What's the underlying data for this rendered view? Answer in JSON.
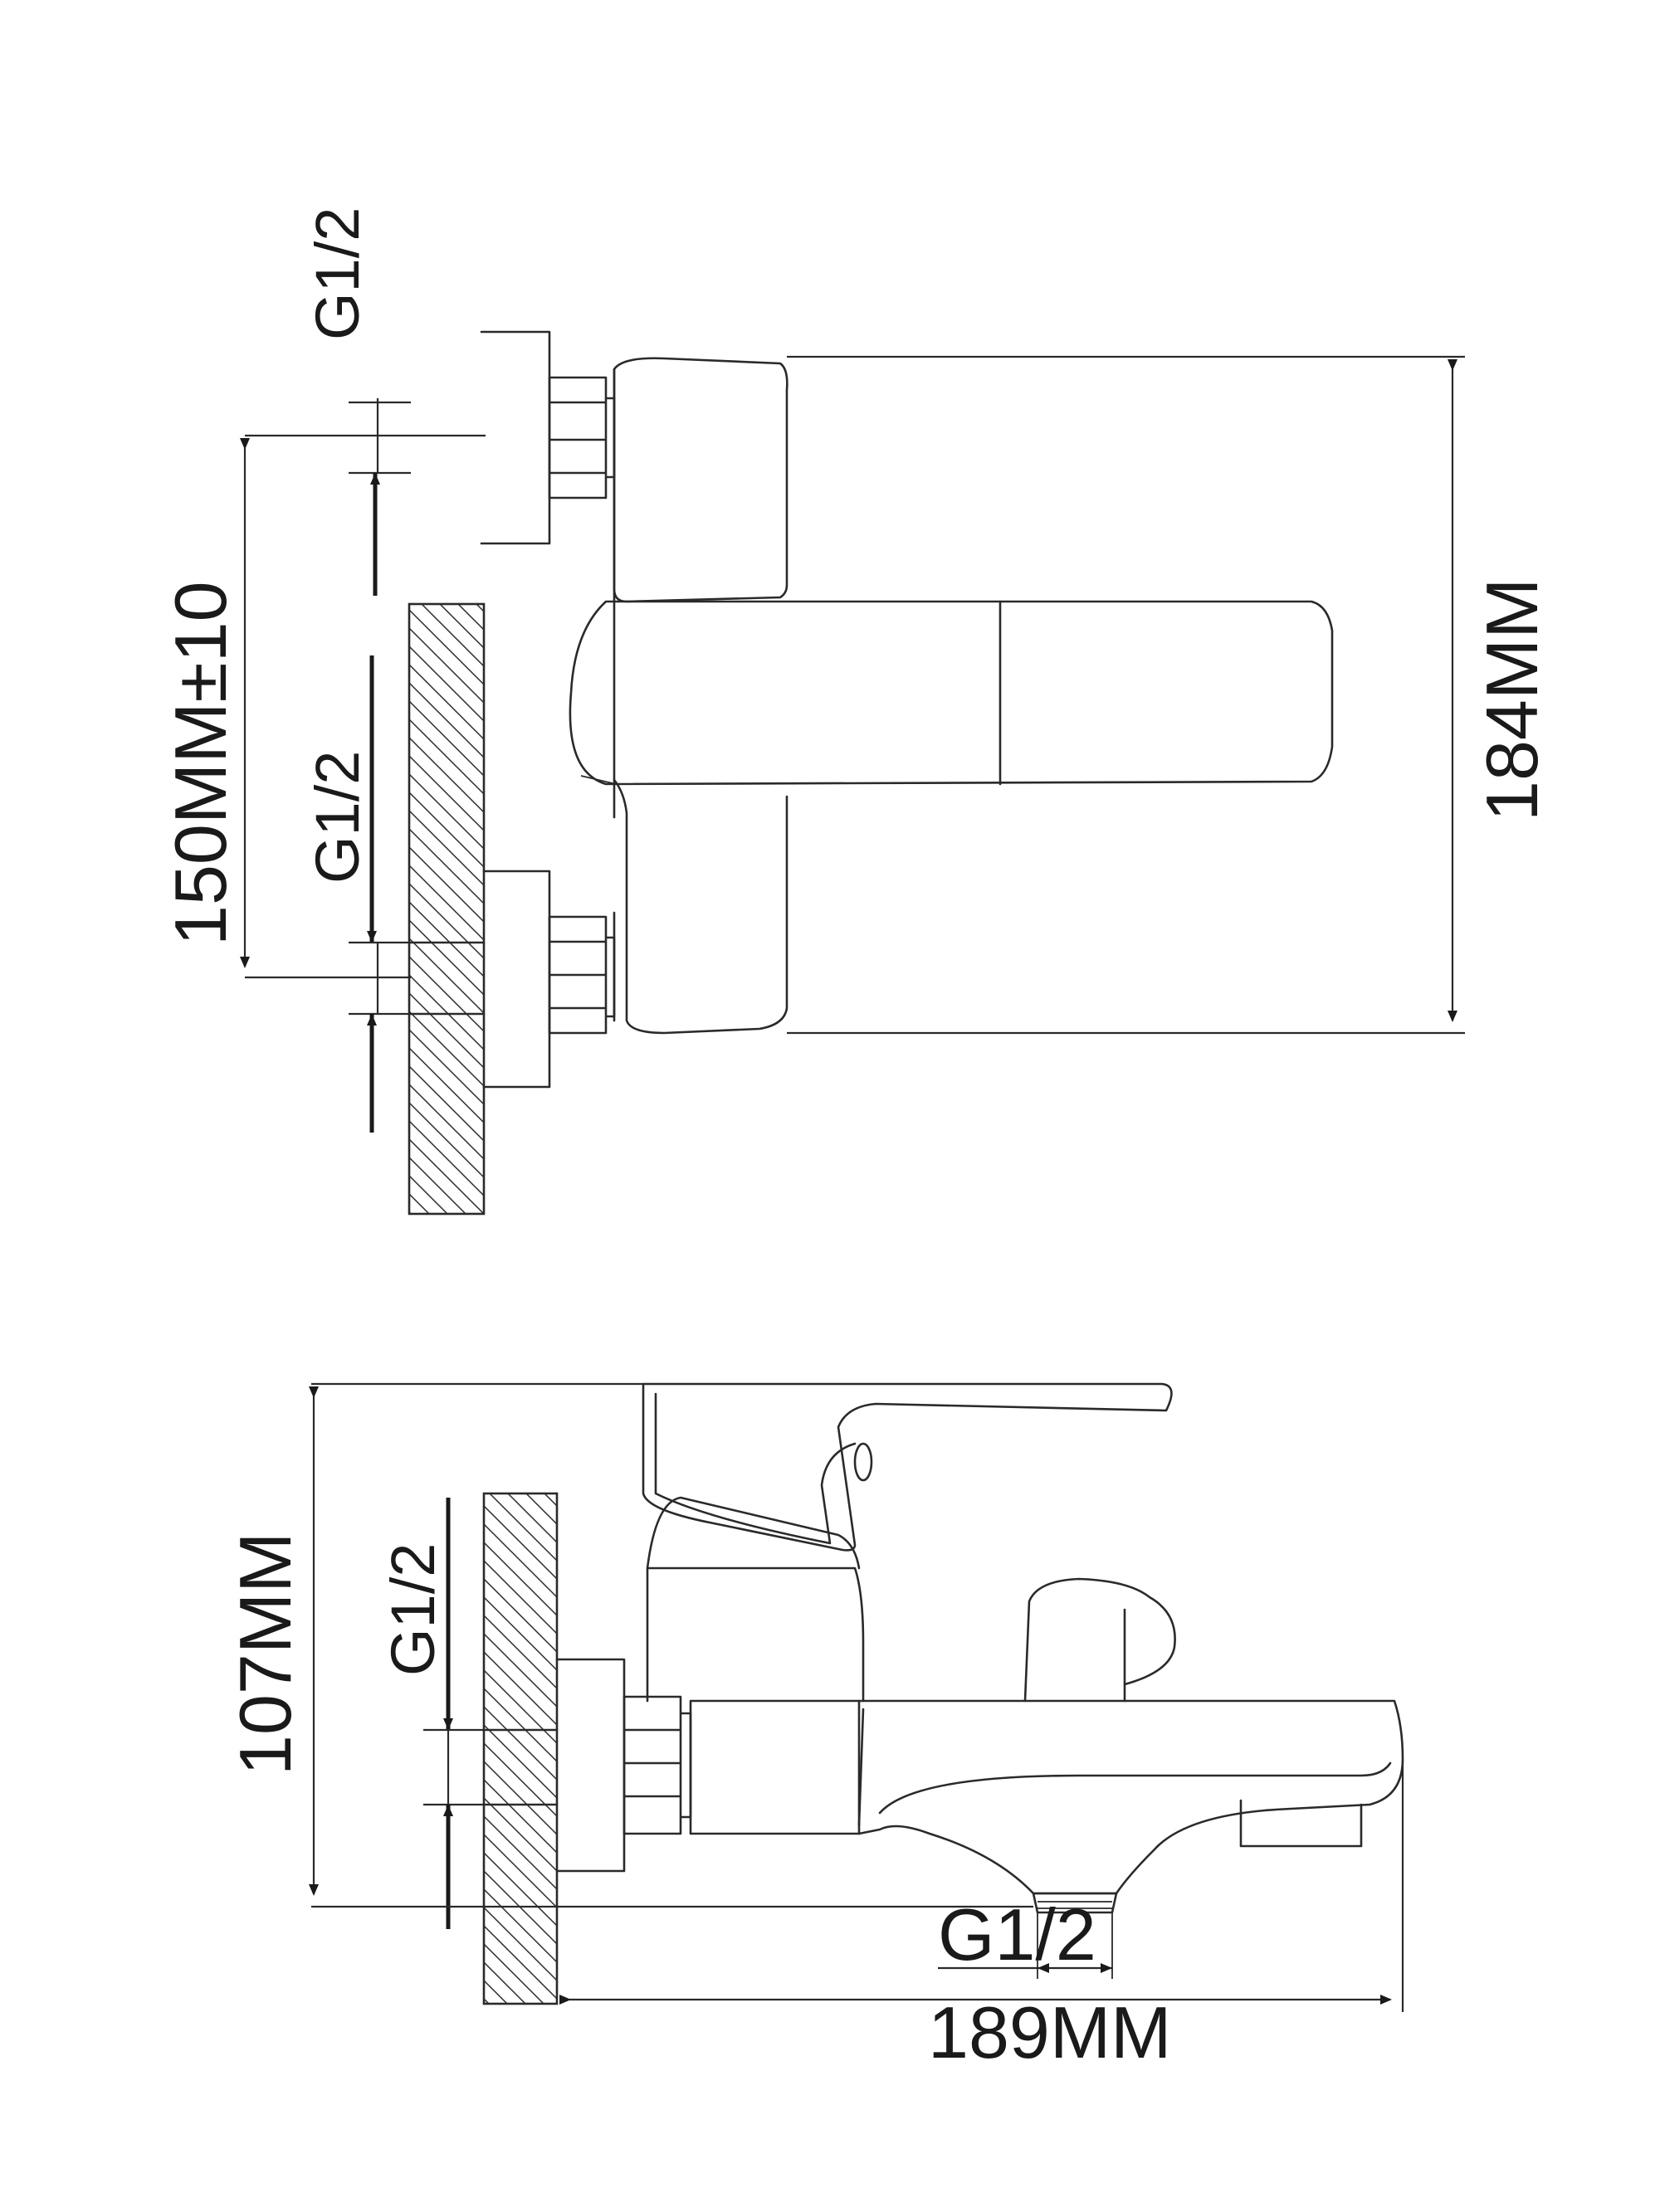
{
  "colors": {
    "line": "#2a2a2a",
    "background": "#ffffff"
  },
  "top_view": {
    "inlet_thread_top": "G1/2",
    "inlet_thread_bottom": "G1/2",
    "center_distance": "150MM±10",
    "overall_width": "184MM"
  },
  "side_view": {
    "inlet_thread": "G1/2",
    "outlet_thread": "G1/2",
    "height": "107MM",
    "depth": "189MM"
  }
}
